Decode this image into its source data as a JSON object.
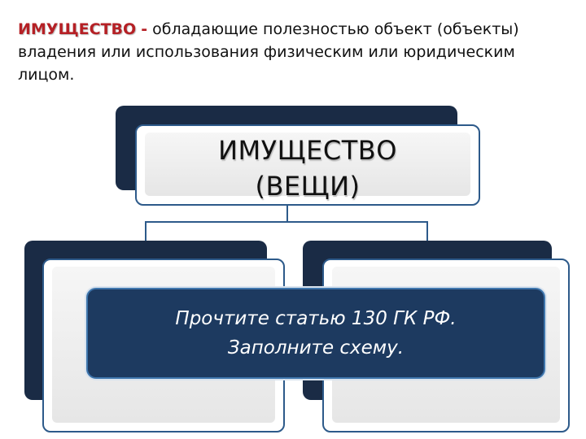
{
  "definition": {
    "term": "ИМУЩЕСТВО",
    "dash": "-",
    "text": "обладающие полезностью объект (объекты) владения или использования физическим или юридическим лицом."
  },
  "diagram": {
    "top_node": {
      "line1": "ИМУЩЕСТВО",
      "line2": "(ВЕЩИ)"
    },
    "instruction": {
      "line1": "Прочтите статью 130 ГК РФ.",
      "line2": "Заполните схему."
    }
  }
}
